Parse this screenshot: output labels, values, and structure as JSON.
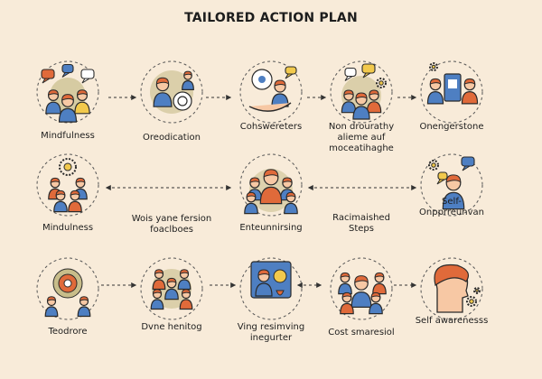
{
  "title": "TAILORED ACTION PLAN",
  "colors": {
    "background": "#f8ebd9",
    "skin": "#f7c8a4",
    "hair": "#e06a3a",
    "blue": "#4e7fc2",
    "olive": "#c8bd8a",
    "yellow": "#f2c94c",
    "outline": "#2a2a2a"
  },
  "rows": [
    [
      {
        "label": "Mindfulness",
        "icon": "group-chat-icon"
      },
      {
        "label": "Oreodication",
        "icon": "person-target-icon"
      },
      {
        "label": "Cohswereters",
        "icon": "helping-hands-icon"
      },
      {
        "label": "Non drourathy\nalieme auf\nmoceatihaghe",
        "icon": "group-ideas-icon"
      },
      {
        "label": "Onengerstone",
        "icon": "team-board-icon"
      }
    ],
    [
      {
        "label": "Mindulness",
        "icon": "team-gear-icon"
      },
      {
        "label": "Wois yane fersion\nfoaclboes",
        "icon": ""
      },
      {
        "label": "Enteunnirsing",
        "icon": "group-leader-icon"
      },
      {
        "label": "Racimaished\nSteps",
        "icon": ""
      },
      {
        "label": "Self-\nOnpprreunvan",
        "icon": "self-reflect-icon"
      }
    ],
    [
      {
        "label": "Teodrore",
        "icon": "target-team-icon"
      },
      {
        "label": "Dvne henitog",
        "icon": "team-circle-icon"
      },
      {
        "label": "Ving resimving\ninegurter",
        "icon": "presenter-icon"
      },
      {
        "label": "Cost smaresiol",
        "icon": "crowd-icon"
      },
      {
        "label": "Self awarenesss",
        "icon": "head-gears-icon"
      }
    ]
  ]
}
